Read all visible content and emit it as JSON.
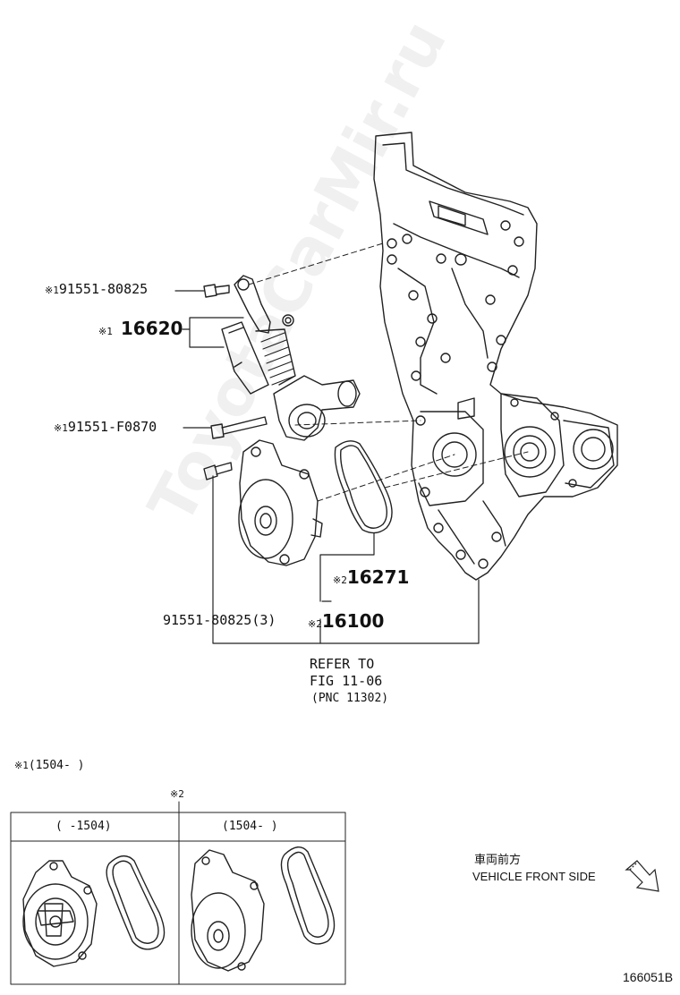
{
  "watermark": "ToyotaCarMir.ru",
  "callouts": {
    "bolt_top": {
      "mark": "※1",
      "part": "91551-80825"
    },
    "tensioner": {
      "mark": "※1",
      "part": "16620"
    },
    "bolt_long": {
      "mark": "※1",
      "part": "91551-F0870"
    },
    "gasket": {
      "mark": "※2",
      "part": "16271"
    },
    "pump_bolts": {
      "part": "91551-80825(3)"
    },
    "water_pump": {
      "mark": "※2",
      "part": "16100"
    }
  },
  "refer": {
    "line1": "REFER TO",
    "line2": "FIG 11-06",
    "line3": "(PNC 11302)"
  },
  "notes": {
    "note1": {
      "mark": "※1",
      "range": "(1504-     )"
    },
    "note2": {
      "mark": "※2"
    }
  },
  "table": {
    "col1_header": "(    -1504)",
    "col2_header": "(1504-     )"
  },
  "direction": {
    "jp": "車両前方",
    "en": "VEHICLE FRONT SIDE"
  },
  "figure_id": "166051B"
}
